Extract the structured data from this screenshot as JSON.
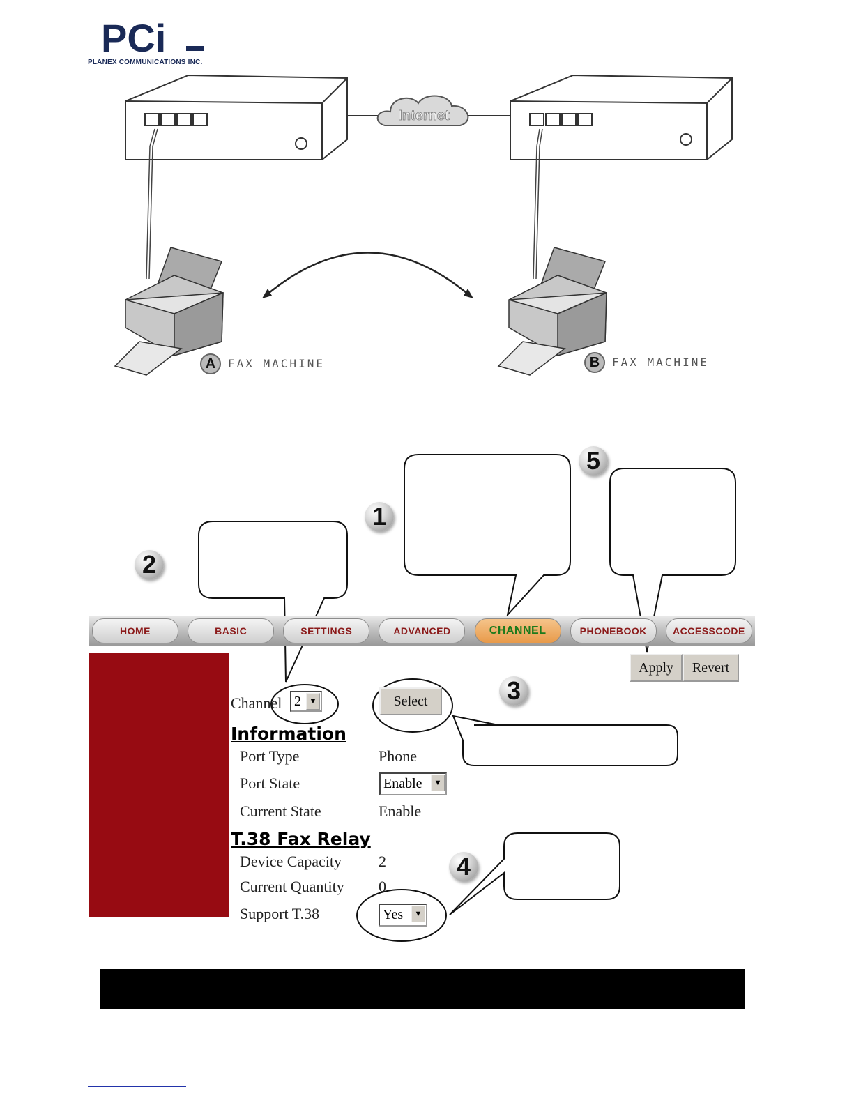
{
  "logo": {
    "mark": "PCi",
    "company": "PLANEX COMMUNICATIONS INC.",
    "trademark": "TM"
  },
  "diagram": {
    "cloud_label": "Internet",
    "fax_a": {
      "letter": "A",
      "label": "FAX MACHINE"
    },
    "fax_b": {
      "letter": "B",
      "label": "FAX MACHINE"
    }
  },
  "steps": [
    "1",
    "2",
    "3",
    "4",
    "5"
  ],
  "nav": {
    "tabs": [
      "HOME",
      "BASIC",
      "SETTINGS",
      "ADVANCED",
      "CHANNEL",
      "PHONEBOOK",
      "ACCESSCODE"
    ],
    "active": "CHANNEL"
  },
  "actions": {
    "apply": "Apply",
    "revert": "Revert",
    "select": "Select"
  },
  "channel": {
    "label": "Channel",
    "value": "2"
  },
  "information": {
    "heading": "Information",
    "port_type_label": "Port Type",
    "port_type_value": "Phone",
    "port_state_label": "Port State",
    "port_state_value": "Enable",
    "current_state_label": "Current State",
    "current_state_value": "Enable"
  },
  "t38": {
    "heading": "T.38 Fax Relay",
    "device_capacity_label": "Device Capacity",
    "device_capacity_value": "2",
    "current_quantity_label": "Current Quantity",
    "current_quantity_value": "0",
    "support_label": "Support T.38",
    "support_value": "Yes"
  },
  "colors": {
    "sidebar": "#970b12",
    "logo": "#1a2a57",
    "active_tab_text": "#1c7a1c",
    "tab_text": "#8b1a1a"
  }
}
